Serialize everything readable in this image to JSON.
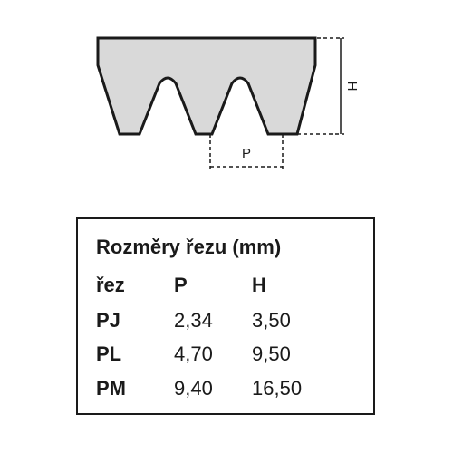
{
  "diagram": {
    "label_p": "P",
    "label_h": "H",
    "profile_fill": "#d9d9d9",
    "stroke_color": "#1a1a1a"
  },
  "table": {
    "title": "Rozměry řezu (mm)",
    "headers": [
      "řez",
      "P",
      "H"
    ],
    "rows": [
      [
        "PJ",
        "2,34",
        "3,50"
      ],
      [
        "PL",
        "4,70",
        "9,50"
      ],
      [
        "PM",
        "9,40",
        "16,50"
      ]
    ]
  }
}
